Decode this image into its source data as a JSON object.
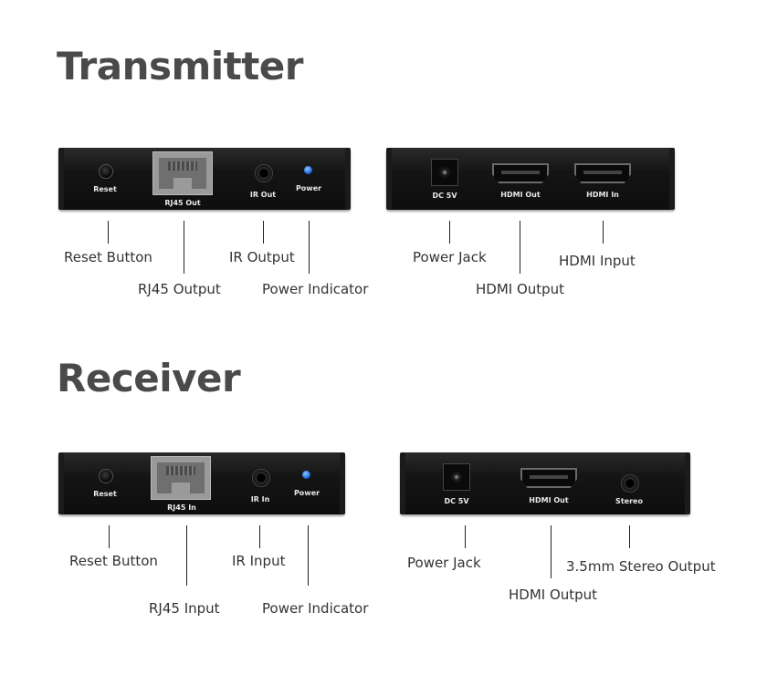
{
  "transmitter": {
    "title": "Transmitter",
    "front_panel": {
      "ports": {
        "reset": "Reset",
        "rj45": "RJ45 Out",
        "ir": "IR Out",
        "power": "Power"
      },
      "callouts": {
        "reset": "Reset Button",
        "rj45": "RJ45 Output",
        "ir": "IR Output",
        "power": "Power Indicator"
      }
    },
    "rear_panel": {
      "ports": {
        "dc": "DC 5V",
        "hdmi_out": "HDMI Out",
        "hdmi_in": "HDMI In"
      },
      "callouts": {
        "dc": "Power Jack",
        "hdmi_out": "HDMI Output",
        "hdmi_in": "HDMI Input"
      }
    }
  },
  "receiver": {
    "title": "Receiver",
    "front_panel": {
      "ports": {
        "reset": "Reset",
        "rj45": "RJ45 In",
        "ir": "IR In",
        "power": "Power"
      },
      "callouts": {
        "reset": "Reset Button",
        "rj45": "RJ45 Input",
        "ir": "IR Input",
        "power": "Power Indicator"
      }
    },
    "rear_panel": {
      "ports": {
        "dc": "DC 5V",
        "hdmi_out": "HDMI Out",
        "stereo": "Stereo"
      },
      "callouts": {
        "dc": "Power Jack",
        "hdmi_out": "HDMI Output",
        "stereo": "3.5mm Stereo Output"
      }
    }
  },
  "colors": {
    "device_body": "#141414",
    "power_led": "#1f6fe0",
    "title_text": "#4a4a4a"
  }
}
